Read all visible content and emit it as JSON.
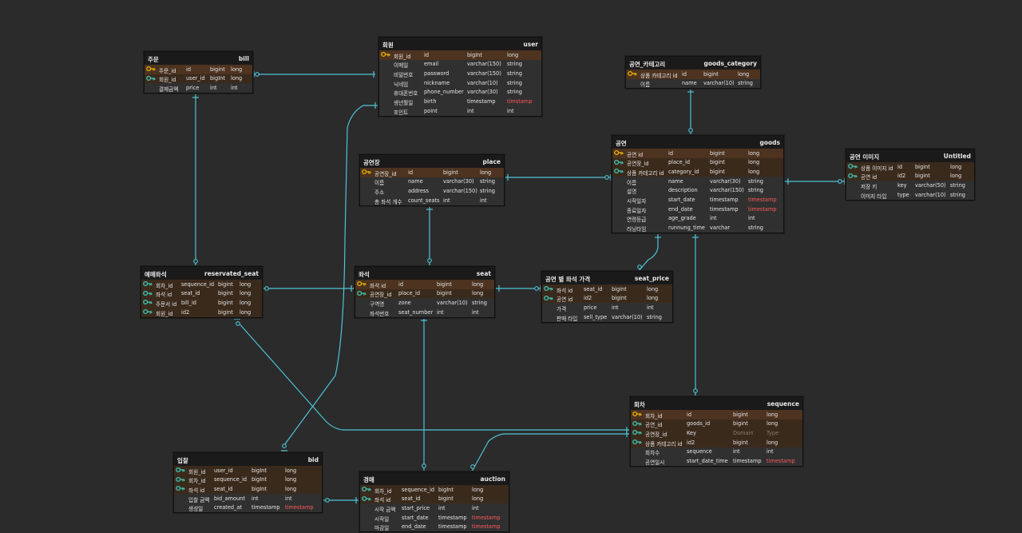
{
  "accent": "#4fc3d6",
  "pk_icon_color": "#f0b400",
  "fk_icon_color": "#3ec9b8",
  "entities": [
    {
      "id": "bill",
      "label": "주문",
      "name": "bill",
      "rows": [
        {
          "key": "pk",
          "label": "주문_id",
          "col": "id",
          "type": "bigint",
          "dtype": "long"
        },
        {
          "key": "fk",
          "label": "회원_id",
          "col": "user_id",
          "type": "bigInt",
          "dtype": "long"
        },
        {
          "key": "",
          "label": "결제금액",
          "col": "price",
          "type": "int",
          "dtype": "int"
        }
      ]
    },
    {
      "id": "user",
      "label": "회원",
      "name": "user",
      "rows": [
        {
          "key": "pk",
          "label": "회원_id",
          "col": "id",
          "type": "bigInt",
          "dtype": "long"
        },
        {
          "key": "",
          "label": "이메일",
          "col": "email",
          "type": "varchar(150)",
          "dtype": "string"
        },
        {
          "key": "",
          "label": "비밀번호",
          "col": "password",
          "type": "varchar(150)",
          "dtype": "string"
        },
        {
          "key": "",
          "label": "닉네임",
          "col": "nickname",
          "type": "varchar(10)",
          "dtype": "string"
        },
        {
          "key": "",
          "label": "휴대폰번호",
          "col": "phone_number",
          "type": "varchar(30)",
          "dtype": "string"
        },
        {
          "key": "",
          "label": "생년월일",
          "col": "birth",
          "type": "timestamp",
          "dtype": "timstamp",
          "red": true
        },
        {
          "key": "",
          "label": "포인트",
          "col": "point",
          "type": "int",
          "dtype": "int"
        }
      ]
    },
    {
      "id": "goods_category",
      "label": "공연_카테고리",
      "name": "goods_category",
      "rows": [
        {
          "key": "pk",
          "label": "상품 카테고리 id",
          "col": "id",
          "type": "bigint",
          "dtype": "long"
        },
        {
          "key": "",
          "label": "이름",
          "col": "name",
          "type": "varchar(10)",
          "dtype": "string"
        }
      ]
    },
    {
      "id": "place",
      "label": "공연장",
      "name": "place",
      "rows": [
        {
          "key": "pk",
          "label": "공연장_id",
          "col": "id",
          "type": "bigint",
          "dtype": "long"
        },
        {
          "key": "",
          "label": "이름",
          "col": "name",
          "type": "varchar(30)",
          "dtype": "string"
        },
        {
          "key": "",
          "label": "주소",
          "col": "address",
          "type": "varchar(150)",
          "dtype": "string"
        },
        {
          "key": "",
          "label": "총 좌석 개수",
          "col": "count_seats",
          "type": "int",
          "dtype": "int"
        }
      ]
    },
    {
      "id": "goods",
      "label": "공연",
      "name": "goods",
      "rows": [
        {
          "key": "pk",
          "label": "공연 id",
          "col": "id",
          "type": "bigint",
          "dtype": "long"
        },
        {
          "key": "fk",
          "label": "공연장_id",
          "col": "place_id",
          "type": "bigint",
          "dtype": "long"
        },
        {
          "key": "fk",
          "label": "상품 카테고리 id",
          "col": "category_id",
          "type": "bigint",
          "dtype": "long"
        },
        {
          "key": "",
          "label": "이름",
          "col": "name",
          "type": "varchar(30)",
          "dtype": "string"
        },
        {
          "key": "",
          "label": "설명",
          "col": "description",
          "type": "varchar(150)",
          "dtype": "string"
        },
        {
          "key": "",
          "label": "시작일자",
          "col": "start_date",
          "type": "timestamp",
          "dtype": "timestamp",
          "red": true
        },
        {
          "key": "",
          "label": "종료일자",
          "col": "end_date",
          "type": "timestamp",
          "dtype": "timestamp",
          "red": true
        },
        {
          "key": "",
          "label": "연령등급",
          "col": "age_grade",
          "type": "int",
          "dtype": "int"
        },
        {
          "key": "",
          "label": "러닝타임",
          "col": "runnung_time",
          "type": "varchar",
          "dtype": "string"
        }
      ]
    },
    {
      "id": "untitled",
      "label": "공연 이미지",
      "name": "Untitled",
      "rows": [
        {
          "key": "fk",
          "label": "상품 이미지 id",
          "col": "id",
          "type": "bigint",
          "dtype": "long"
        },
        {
          "key": "fk",
          "label": "공연 id",
          "col": "id2",
          "type": "bigint",
          "dtype": "long"
        },
        {
          "key": "",
          "label": "저장 키",
          "col": "key",
          "type": "varchar(50)",
          "dtype": "string"
        },
        {
          "key": "",
          "label": "이미지 타입",
          "col": "type",
          "type": "varchar(10)",
          "dtype": "string"
        }
      ]
    },
    {
      "id": "reserved_seat",
      "label": "예매좌석",
      "name": "reservated_seat",
      "rows": [
        {
          "key": "fk",
          "label": "회차_id",
          "col": "sequence_id",
          "type": "bigint",
          "dtype": "long"
        },
        {
          "key": "fk",
          "label": "좌석 id",
          "col": "seat_id",
          "type": "bigint",
          "dtype": "long"
        },
        {
          "key": "fk",
          "label": "주문서 id",
          "col": "bill_id",
          "type": "bigint",
          "dtype": "long"
        },
        {
          "key": "fk",
          "label": "회원_id",
          "col": "id2",
          "type": "bigint",
          "dtype": "long"
        }
      ]
    },
    {
      "id": "seat",
      "label": "좌석",
      "name": "seat",
      "rows": [
        {
          "key": "pk",
          "label": "좌석 id",
          "col": "id",
          "type": "bigint",
          "dtype": "long"
        },
        {
          "key": "fk",
          "label": "공연장_id",
          "col": "place_id",
          "type": "bigint",
          "dtype": "long"
        },
        {
          "key": "",
          "label": "구역명",
          "col": "zone",
          "type": "varchar(10)",
          "dtype": "string"
        },
        {
          "key": "",
          "label": "좌석번호",
          "col": "seat_number",
          "type": "int",
          "dtype": "int"
        }
      ]
    },
    {
      "id": "seat_price",
      "label": "공연 별 좌석 가격",
      "name": "seat_price",
      "rows": [
        {
          "key": "fk",
          "label": "좌석 id",
          "col": "seat_id",
          "type": "bigint",
          "dtype": "long"
        },
        {
          "key": "fk",
          "label": "공연 id",
          "col": "id2",
          "type": "bigint",
          "dtype": "long"
        },
        {
          "key": "",
          "label": "가격",
          "col": "price",
          "type": "int",
          "dtype": "int"
        },
        {
          "key": "",
          "label": "판매 타입",
          "col": "sell_type",
          "type": "varchar(10)",
          "dtype": "string"
        }
      ]
    },
    {
      "id": "sequence",
      "label": "회차",
      "name": "sequence",
      "rows": [
        {
          "key": "pk",
          "label": "회차_id",
          "col": "id",
          "type": "bigint",
          "dtype": "long"
        },
        {
          "key": "fk",
          "label": "공연_id",
          "col": "goods_id",
          "type": "bigint",
          "dtype": "long"
        },
        {
          "key": "fk",
          "label": "공연장_id",
          "col": "Key",
          "type": "Domain",
          "dtype": "Type",
          "dim": true
        },
        {
          "key": "fk",
          "label": "상품 카테고리 id",
          "col": "id2",
          "type": "bigint",
          "dtype": "long"
        },
        {
          "key": "",
          "label": "회차수",
          "col": "sequence",
          "type": "int",
          "dtype": "int"
        },
        {
          "key": "",
          "label": "공연일시",
          "col": "start_date_time",
          "type": "timestamp",
          "dtype": "timestamp",
          "red": true
        }
      ]
    },
    {
      "id": "bid",
      "label": "입찰",
      "name": "bid",
      "rows": [
        {
          "key": "fk",
          "label": "회원_id",
          "col": "user_id",
          "type": "bigInt",
          "dtype": "long"
        },
        {
          "key": "fk",
          "label": "회차_id",
          "col": "sequence_id",
          "type": "bigInt",
          "dtype": "long"
        },
        {
          "key": "fk",
          "label": "좌석 id",
          "col": "seat_id",
          "type": "bigInt",
          "dtype": "long"
        },
        {
          "key": "",
          "label": "입찰 금액",
          "col": "bid_amount",
          "type": "int",
          "dtype": "int"
        },
        {
          "key": "",
          "label": "생성일",
          "col": "created_at",
          "type": "timestamp",
          "dtype": "timestamp",
          "red": true
        }
      ]
    },
    {
      "id": "auction",
      "label": "경매",
      "name": "auction",
      "rows": [
        {
          "key": "fk",
          "label": "회차_id",
          "col": "sequence_id",
          "type": "bigInt",
          "dtype": "long"
        },
        {
          "key": "fk",
          "label": "좌석 id",
          "col": "seat_id",
          "type": "bigint",
          "dtype": "long"
        },
        {
          "key": "",
          "label": "시작 금액",
          "col": "start_price",
          "type": "int",
          "dtype": "int"
        },
        {
          "key": "",
          "label": "시작일",
          "col": "start_date",
          "type": "timestamp",
          "dtype": "timestamp",
          "red": true
        },
        {
          "key": "",
          "label": "마감일",
          "col": "end_date",
          "type": "timestamp",
          "dtype": "timestamp",
          "red": true
        }
      ]
    }
  ]
}
